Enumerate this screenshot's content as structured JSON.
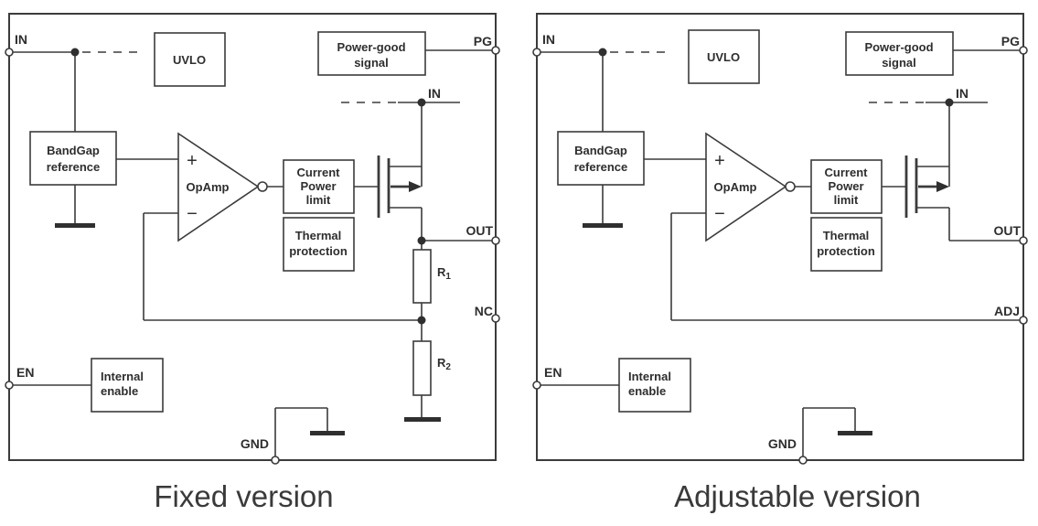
{
  "captions": {
    "left": "Fixed version",
    "right": "Adjustable version"
  },
  "blocks": {
    "uvlo": "UVLO",
    "power_good": [
      "Power-good",
      "signal"
    ],
    "bandgap": [
      "BandGap",
      "reference"
    ],
    "opamp": "OpAmp",
    "plus": "+",
    "minus": "−",
    "current_limit": [
      "Current",
      "Power",
      "limit"
    ],
    "thermal": [
      "Thermal",
      "protection"
    ],
    "internal_enable": [
      "Internal",
      "enable"
    ]
  },
  "pins": {
    "in": "IN",
    "pg": "PG",
    "in_fet": "IN",
    "out": "OUT",
    "nc": "NC",
    "adj": "ADJ",
    "en": "EN",
    "gnd": "GND"
  },
  "resistors": {
    "r1": {
      "base": "R",
      "sub": "1"
    },
    "r2": {
      "base": "R",
      "sub": "2"
    }
  },
  "colors": {
    "line": "#3b3b3b",
    "text": "#2e2e2e",
    "background": "#ffffff"
  }
}
